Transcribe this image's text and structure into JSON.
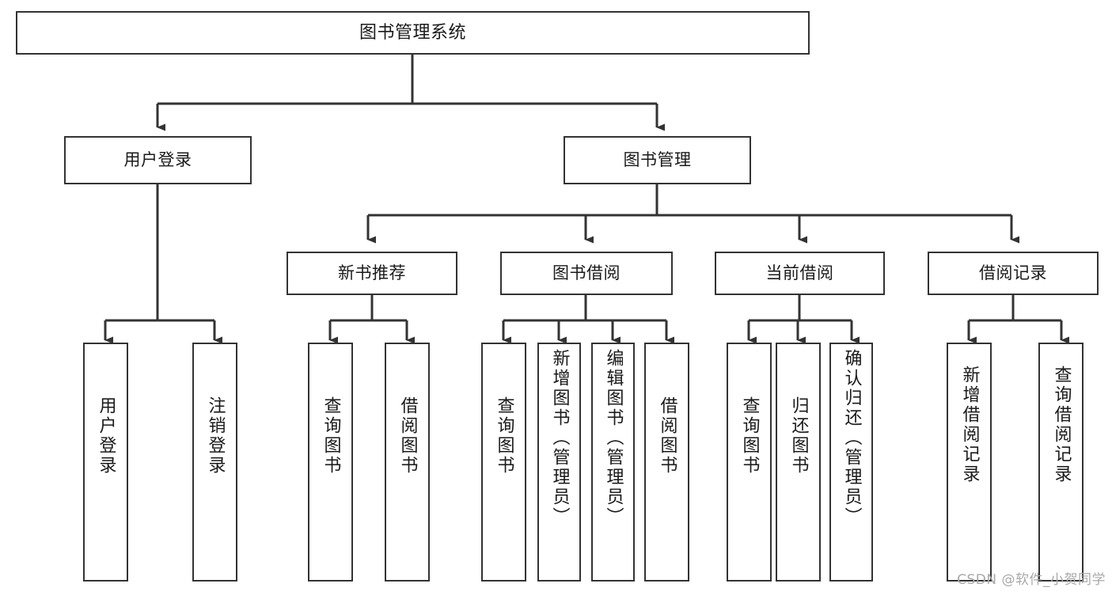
{
  "diagram": {
    "type": "tree-flowchart",
    "title": "图书管理系统",
    "watermark": "CSDN @软件_小贺同学",
    "colors": {
      "box_border": "#333333",
      "box_fill": "#ffffff",
      "connector": "#333333",
      "text": "#1a1a1a",
      "watermark": "#a9a9a9"
    },
    "levels": {
      "root": {
        "label": "图书管理系统"
      },
      "level2": [
        {
          "id": "user-login",
          "label": "用户登录"
        },
        {
          "id": "book-management",
          "label": "图书管理"
        }
      ],
      "level3": [
        {
          "id": "new-book-recommend",
          "label": "新书推荐"
        },
        {
          "id": "book-borrow",
          "label": "图书借阅"
        },
        {
          "id": "current-borrow",
          "label": "当前借阅"
        },
        {
          "id": "borrow-record",
          "label": "借阅记录"
        }
      ],
      "leaves": {
        "user_login": [
          {
            "id": "leaf-user-login",
            "label": "用户登录"
          },
          {
            "id": "leaf-logout",
            "label": "注销登录"
          }
        ],
        "new_book_recommend": [
          {
            "id": "leaf-query-book-1",
            "label": "查询图书"
          },
          {
            "id": "leaf-borrow-book-1",
            "label": "借阅图书"
          }
        ],
        "book_borrow": [
          {
            "id": "leaf-query-book-2",
            "label": "查询图书"
          },
          {
            "id": "leaf-add-book",
            "label": "新增图书（管理员）"
          },
          {
            "id": "leaf-edit-book",
            "label": "编辑图书（管理员）"
          },
          {
            "id": "leaf-borrow-book-2",
            "label": "借阅图书"
          }
        ],
        "current_borrow": [
          {
            "id": "leaf-query-book-3",
            "label": "查询图书"
          },
          {
            "id": "leaf-return-book",
            "label": "归还图书"
          },
          {
            "id": "leaf-confirm-return",
            "label": "确认归还（管理员）"
          }
        ],
        "borrow_record": [
          {
            "id": "leaf-add-record",
            "label": "新增借阅记录"
          },
          {
            "id": "leaf-query-record",
            "label": "查询借阅记录"
          }
        ]
      }
    }
  }
}
